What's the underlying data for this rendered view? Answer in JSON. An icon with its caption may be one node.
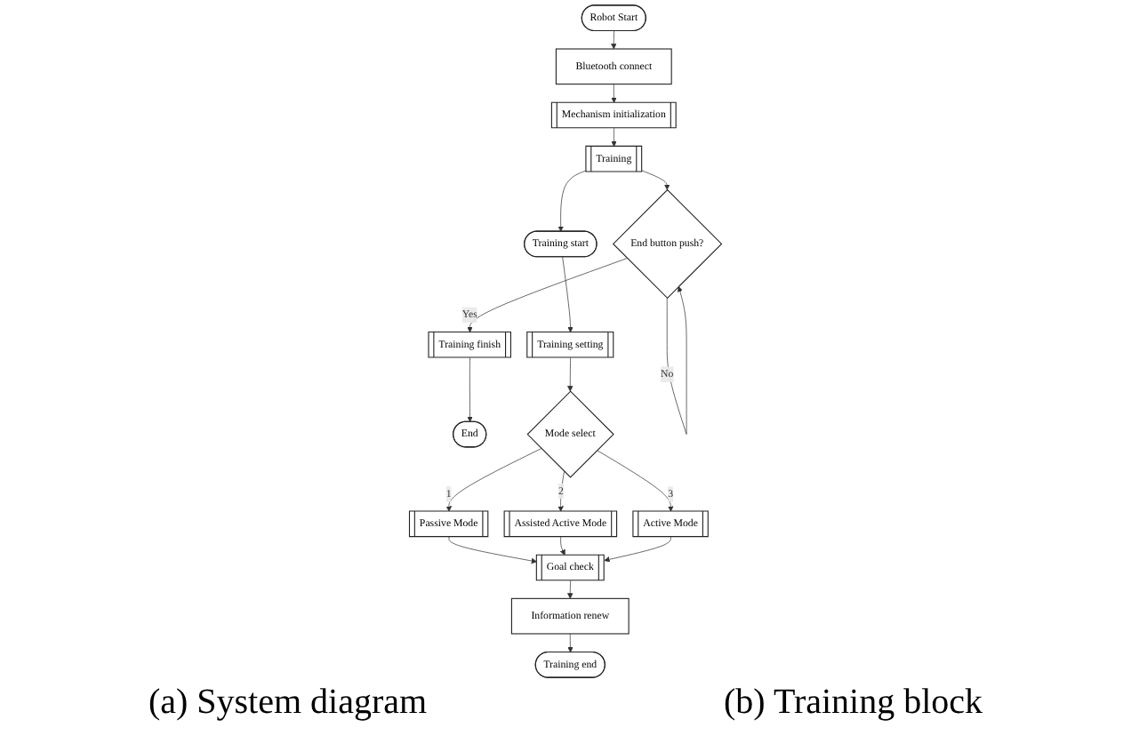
{
  "diagram": {
    "nodes": [
      {
        "text": [
          "Robot Start"
        ]
      },
      {
        "text": [
          "Bluetooth connect"
        ]
      },
      {
        "text": [
          "Mechanism initialization"
        ]
      },
      {
        "text": [
          "Training"
        ]
      },
      {
        "text": [
          "End button push?"
        ]
      },
      {
        "text": [
          "Training finish"
        ]
      },
      {
        "text": [
          "End"
        ]
      },
      {
        "text": [
          "Training start"
        ]
      },
      {
        "text": [
          "Training setting"
        ]
      },
      {
        "text": [
          "Mode select"
        ]
      },
      {
        "text": [
          "Passive Mode"
        ]
      },
      {
        "text": [
          "Assisted Active Mode"
        ]
      },
      {
        "text": [
          "Active Mode"
        ]
      },
      {
        "text": [
          "Goal check"
        ]
      },
      {
        "text": [
          "Information renew"
        ]
      },
      {
        "text": [
          "Training end"
        ]
      }
    ],
    "edges": [
      {
        "from": 0,
        "to": 1,
        "arrow": "to"
      },
      {
        "from": 1,
        "to": 2,
        "arrow": "to"
      },
      {
        "from": 2,
        "to": 3,
        "arrow": "to"
      },
      {
        "from": 3,
        "to": 4,
        "arrow": "to"
      },
      {
        "from": 4,
        "to": 4,
        "label": "No",
        "arrow": "to"
      },
      {
        "from": 4,
        "to": 5,
        "label": "Yes",
        "arrow": "to"
      },
      {
        "from": 5,
        "to": 6,
        "arrow": "to"
      },
      {
        "from": 3,
        "to": 7,
        "arrow": "to"
      },
      {
        "from": 7,
        "to": 8,
        "arrow": "to"
      },
      {
        "from": 8,
        "to": 9,
        "arrow": "to"
      },
      {
        "from": 9,
        "to": 10,
        "label": "1",
        "arrow": "to"
      },
      {
        "from": 9,
        "to": 11,
        "label": "2",
        "arrow": "to"
      },
      {
        "from": 9,
        "to": 12,
        "label": "3",
        "arrow": "to"
      },
      {
        "from": 10,
        "to": 13,
        "arrow": "to"
      },
      {
        "from": 11,
        "to": 13,
        "arrow": "to"
      },
      {
        "from": 12,
        "to": 13,
        "arrow": "to"
      },
      {
        "from": 13,
        "to": 14,
        "arrow": "to"
      },
      {
        "from": 14,
        "to": 15,
        "arrow": "to"
      }
    ],
    "labels": [
      "(a) System diagram",
      "(b) Training block"
    ]
  }
}
